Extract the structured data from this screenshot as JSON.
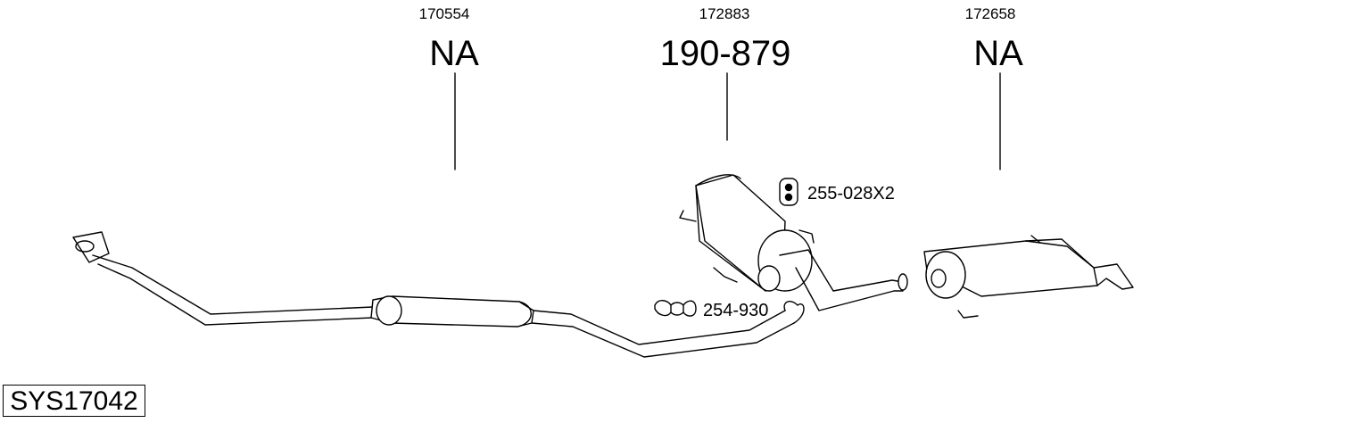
{
  "diagram": {
    "sections": [
      {
        "ref_number": "170554",
        "part_number": "NA"
      },
      {
        "ref_number": "172883",
        "part_number": "190-879"
      },
      {
        "ref_number": "172658",
        "part_number": "NA"
      }
    ],
    "accessories": [
      {
        "part_number": "255-028X2",
        "icon": "rubber-hanger-icon"
      },
      {
        "part_number": "254-930",
        "icon": "pipe-clamp-icon"
      }
    ],
    "system_id": "SYS17042",
    "line_color": "#000000"
  }
}
